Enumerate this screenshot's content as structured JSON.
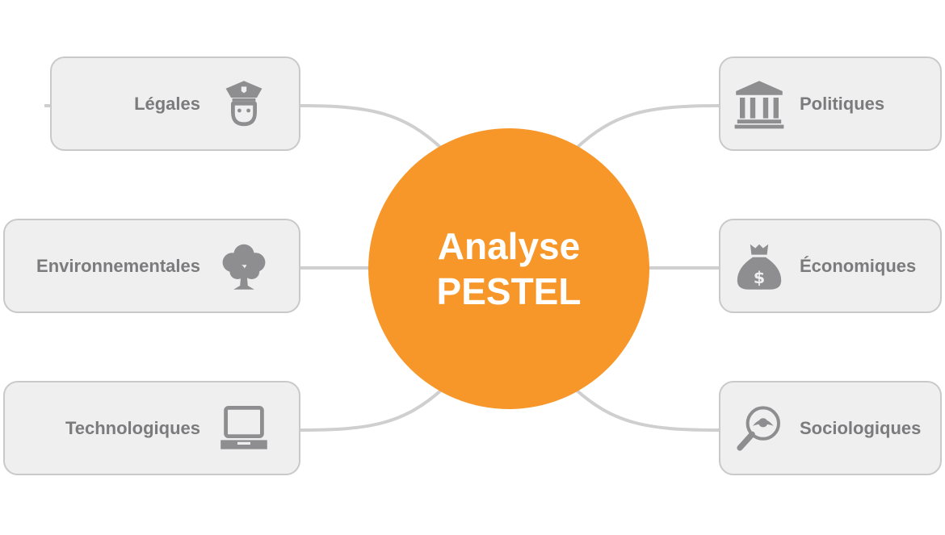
{
  "center": {
    "line1": "Analyse",
    "line2": "PESTEL"
  },
  "left_nodes": [
    {
      "label": "Légales",
      "icon": "police-officer-icon"
    },
    {
      "label": "Environnementales",
      "icon": "tree-icon"
    },
    {
      "label": "Technologiques",
      "icon": "laptop-icon"
    }
  ],
  "right_nodes": [
    {
      "label": "Politiques",
      "icon": "government-building-icon"
    },
    {
      "label": "Économiques",
      "icon": "money-bag-icon"
    },
    {
      "label": "Sociologiques",
      "icon": "magnifier-eye-icon"
    }
  ],
  "colors": {
    "accent": "#f7972a",
    "node_bg": "#efefef",
    "node_border": "#c9c9c9",
    "text": "#7b7b7d"
  }
}
